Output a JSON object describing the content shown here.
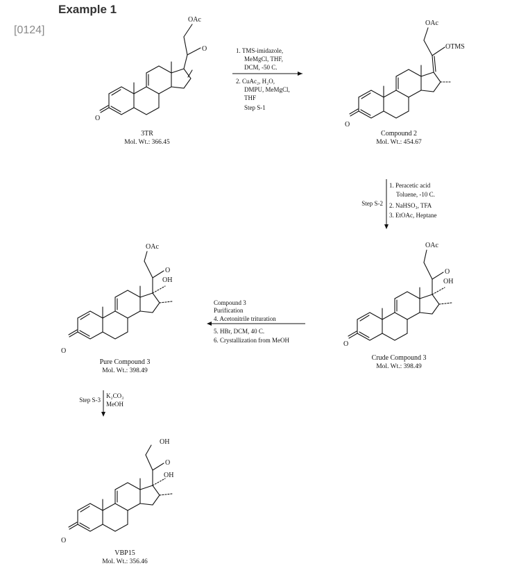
{
  "header": {
    "title": "Example 1",
    "paragraph": "[0124]"
  },
  "compounds": [
    {
      "substituent_top": "OAc",
      "substituent_2": "",
      "substituent_3": "",
      "name": "3TR",
      "mw": "Mol. Wt.: 366.45"
    },
    {
      "substituent_top": "OAc",
      "substituent_2": "OTMS",
      "substituent_3": "",
      "name": "Compound 2",
      "mw": "Mol. Wt.: 454.67"
    },
    {
      "substituent_top": "OAc",
      "substituent_2": "",
      "substituent_3": "OH",
      "name": "Crude Compound 3",
      "mw": "Mol. Wt.: 398.49"
    },
    {
      "substituent_top": "OAc",
      "substituent_2": "",
      "substituent_3": "OH",
      "name": "Pure Compound 3",
      "mw": "Mol. Wt.: 398.49"
    },
    {
      "substituent_top": "OH",
      "substituent_2": "",
      "substituent_3": "OH",
      "name": "VBP15",
      "mw": "Mol. Wt.: 356.46"
    }
  ],
  "ketone_o": "O",
  "steps": {
    "s1": {
      "lines": [
        "1. TMS-imidazole,",
        "MeMgCl, THF,",
        "DCM, -50 C.",
        "2. CuAc₂, H₂O,",
        "DMPU, MeMgCl,",
        "THF",
        "Step S-1"
      ]
    },
    "s2": {
      "label": "Step S-2",
      "lines": [
        "1. Peracetic acid",
        "Toluene, -10 C.",
        "2. NaHSO₃, TFA",
        "3. EtOAc, Heptane"
      ]
    },
    "p": {
      "lines": [
        "Compound 3",
        "Purification",
        "4. Acetonitrile trituration",
        "5. HBr, DCM, 40 C.",
        "6. Crystallization from MeOH"
      ]
    },
    "s3": {
      "label": "Step S-3",
      "lines": [
        "K₂CO₃",
        "MeOH"
      ]
    }
  }
}
